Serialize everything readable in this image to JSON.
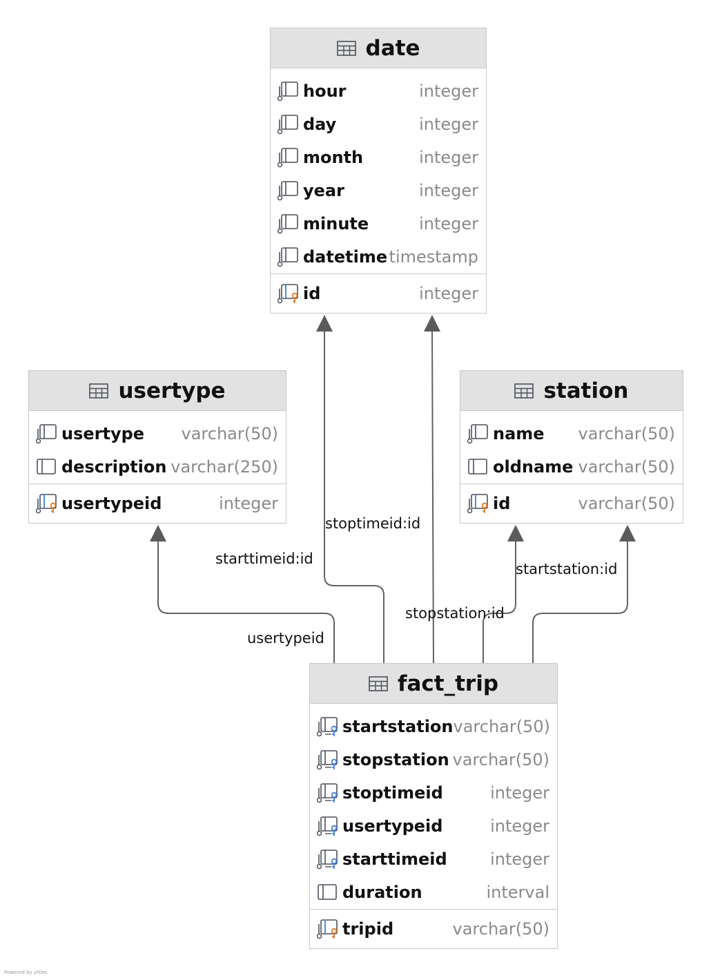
{
  "tables": [
    {
      "id": "date",
      "title": "date",
      "columns": [
        {
          "name": "hour",
          "type": "integer",
          "kind": "col-index"
        },
        {
          "name": "day",
          "type": "integer",
          "kind": "col-index"
        },
        {
          "name": "month",
          "type": "integer",
          "kind": "col-index"
        },
        {
          "name": "year",
          "type": "integer",
          "kind": "col-index"
        },
        {
          "name": "minute",
          "type": "integer",
          "kind": "col-index"
        },
        {
          "name": "datetime",
          "type": "timestamp",
          "kind": "col-index"
        }
      ],
      "pk": [
        {
          "name": "id",
          "type": "integer",
          "kind": "pk"
        }
      ]
    },
    {
      "id": "usertype",
      "title": "usertype",
      "columns": [
        {
          "name": "usertype",
          "type": "varchar(50)",
          "kind": "col-index"
        },
        {
          "name": "description",
          "type": "varchar(250)",
          "kind": "col"
        }
      ],
      "pk": [
        {
          "name": "usertypeid",
          "type": "integer",
          "kind": "pk"
        }
      ]
    },
    {
      "id": "station",
      "title": "station",
      "columns": [
        {
          "name": "name",
          "type": "varchar(50)",
          "kind": "col-index"
        },
        {
          "name": "oldname",
          "type": "varchar(50)",
          "kind": "col"
        }
      ],
      "pk": [
        {
          "name": "id",
          "type": "varchar(50)",
          "kind": "pk"
        }
      ]
    },
    {
      "id": "fact_trip",
      "title": "fact_trip",
      "columns": [
        {
          "name": "startstation",
          "type": "varchar(50)",
          "kind": "fk"
        },
        {
          "name": "stopstation",
          "type": "varchar(50)",
          "kind": "fk"
        },
        {
          "name": "stoptimeid",
          "type": "integer",
          "kind": "fk"
        },
        {
          "name": "usertypeid",
          "type": "integer",
          "kind": "fk"
        },
        {
          "name": "starttimeid",
          "type": "integer",
          "kind": "fk"
        },
        {
          "name": "duration",
          "type": "interval",
          "kind": "col"
        }
      ],
      "pk": [
        {
          "name": "tripid",
          "type": "varchar(50)",
          "kind": "pk"
        }
      ]
    }
  ],
  "relations": [
    {
      "id": "starttime",
      "label": "starttimeid:id"
    },
    {
      "id": "stoptime",
      "label": "stoptimeid:id"
    },
    {
      "id": "usertype",
      "label": "usertypeid"
    },
    {
      "id": "stopstation",
      "label": "stopstation:id"
    },
    {
      "id": "startstation",
      "label": "startstation:id"
    }
  ],
  "footer": "Powered by yFiles",
  "colors": {
    "header": "#e2e2e2",
    "border": "#c8c8c8",
    "edge": "#616161",
    "key_orange": "#e07a2a",
    "key_blue": "#3d7fd8",
    "type_text": "#8a8a8a"
  }
}
